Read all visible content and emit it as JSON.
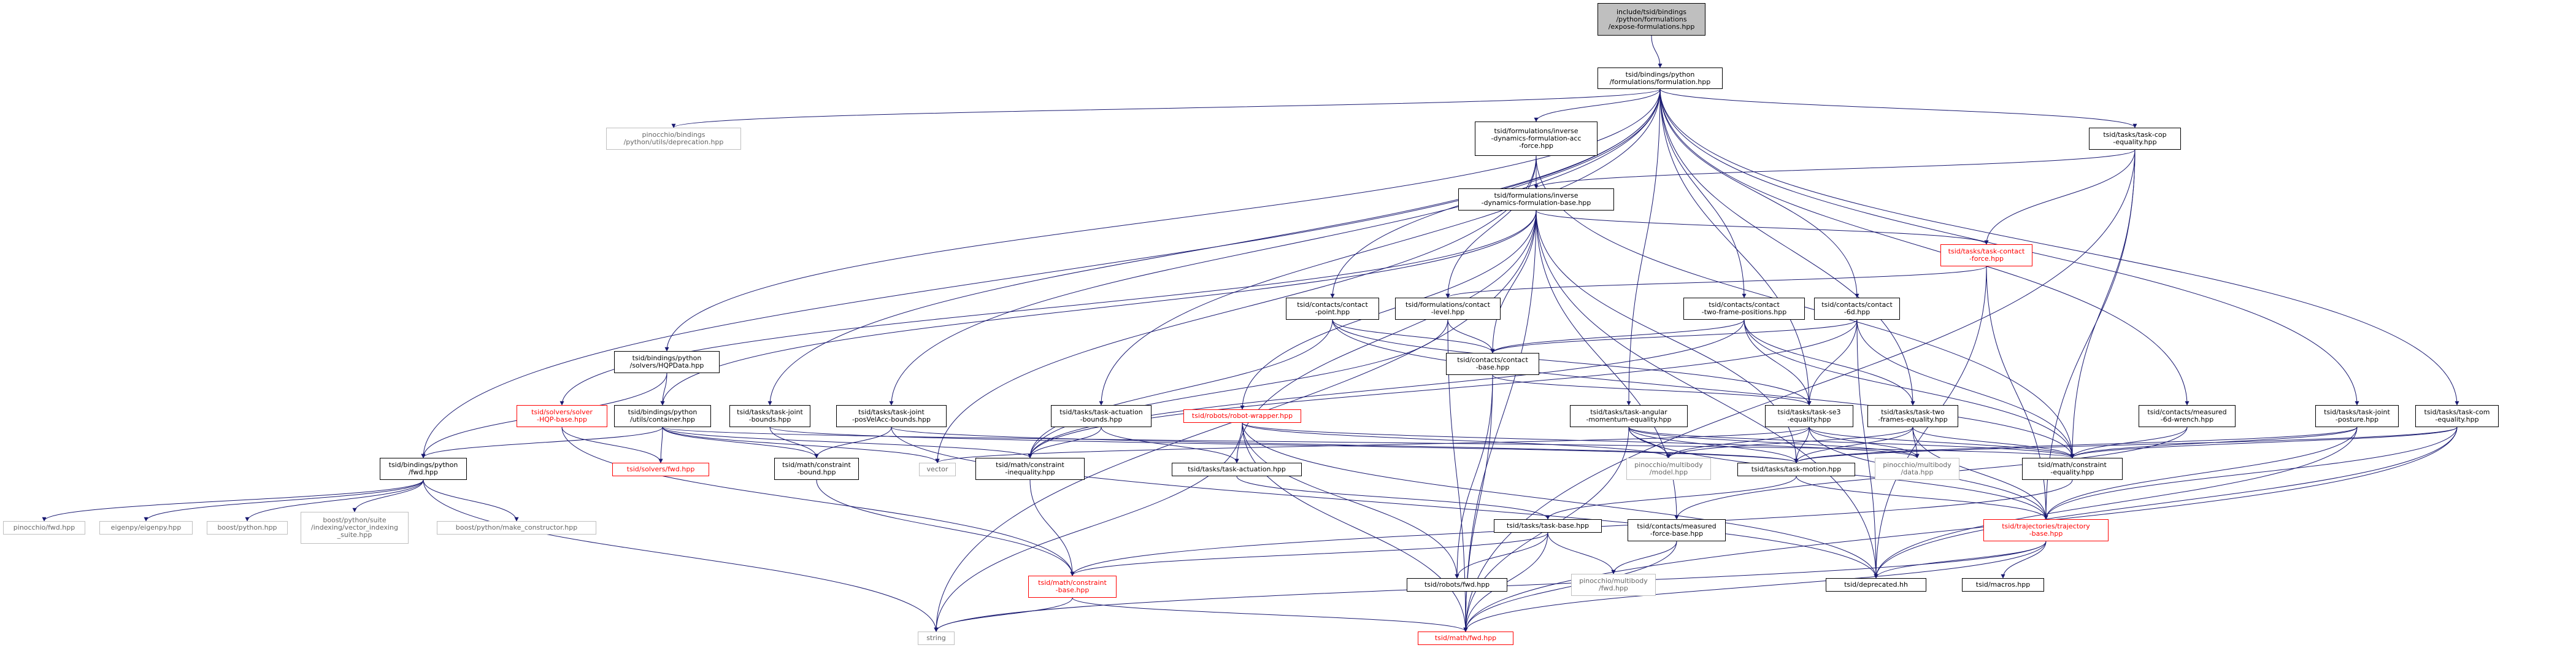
{
  "colors": {
    "edge": "#191970",
    "root_fill": "#bfbfbf",
    "missing_border": "#ff0000",
    "external_border": "#bfbfbf"
  },
  "nodes": {
    "root": "include/tsid/bindings\n/python/formulations\n/expose-formulations.hpp",
    "formulation": "tsid/bindings/python\n/formulations/formulation.hpp",
    "deprecation": "pinocchio/bindings\n/python/utils/deprecation.hpp",
    "invdyn_acc_force": "tsid/formulations/inverse\n-dynamics-formulation-acc\n-force.hpp",
    "cop_equality": "tsid/tasks/task-cop\n-equality.hpp",
    "invdyn_base": "tsid/formulations/inverse\n-dynamics-formulation-base.hpp",
    "task_contact_force": "tsid/tasks/task-contact\n-force.hpp",
    "contact_point": "tsid/contacts/contact\n-point.hpp",
    "contact_level": "tsid/formulations/contact\n-level.hpp",
    "contact_two_frame": "tsid/contacts/contact\n-two-frame-positions.hpp",
    "contact_6d": "tsid/contacts/contact\n-6d.hpp",
    "hqpdata": "tsid/bindings/python\n/solvers/HQPData.hpp",
    "contact_base": "tsid/contacts/contact\n-base.hpp",
    "solver_hqp_base": "tsid/solvers/solver\n-HQP-base.hpp",
    "utils_container": "tsid/bindings/python\n/utils/container.hpp",
    "joint_bounds": "tsid/tasks/task-joint\n-bounds.hpp",
    "joint_posvelacc": "tsid/tasks/task-joint\n-posVelAcc-bounds.hpp",
    "actuation_bounds": "tsid/tasks/task-actuation\n-bounds.hpp",
    "robot_wrapper": "tsid/robots/robot-wrapper.hpp",
    "angular_momentum": "tsid/tasks/task-angular\n-momentum-equality.hpp",
    "se3_equality": "tsid/tasks/task-se3\n-equality.hpp",
    "two_frames": "tsid/tasks/task-two\n-frames-equality.hpp",
    "measured_6d": "tsid/contacts/measured\n-6d-wrench.hpp",
    "joint_posture": "tsid/tasks/task-joint\n-posture.hpp",
    "com_equality": "tsid/tasks/task-com\n-equality.hpp",
    "python_fwd": "tsid/bindings/python\n/fwd.hpp",
    "solvers_fwd": "tsid/solvers/fwd.hpp",
    "constraint_bound": "tsid/math/constraint\n-bound.hpp",
    "vector": "vector",
    "constraint_inequality": "tsid/math/constraint\n-inequality.hpp",
    "task_actuation": "tsid/tasks/task-actuation.hpp",
    "pin_model": "pinocchio/multibody\n/model.hpp",
    "task_motion": "tsid/tasks/task-motion.hpp",
    "pin_data": "pinocchio/multibody\n/data.hpp",
    "constraint_equality": "tsid/math/constraint\n-equality.hpp",
    "pin_fwd": "pinocchio/fwd.hpp",
    "eigenpy": "eigenpy/eigenpy.hpp",
    "boost_python": "boost/python.hpp",
    "vector_indexing": "boost/python/suite\n/indexing/vector_indexing\n_suite.hpp",
    "make_constructor": "boost/python/make_constructor.hpp",
    "task_base": "tsid/tasks/task-base.hpp",
    "measured_force_base": "tsid/contacts/measured\n-force-base.hpp",
    "trajectory_base": "tsid/trajectories/trajectory\n-base.hpp",
    "constraint_base": "tsid/math/constraint\n-base.hpp",
    "robots_fwd": "tsid/robots/fwd.hpp",
    "multibody_fwd": "pinocchio/multibody\n/fwd.hpp",
    "deprecated": "tsid/deprecated.hh",
    "macros": "tsid/macros.hpp",
    "string": "string",
    "math_fwd": "tsid/math/fwd.hpp"
  },
  "edges": [
    [
      "root",
      "formulation"
    ],
    [
      "formulation",
      "deprecation"
    ],
    [
      "formulation",
      "invdyn_acc_force"
    ],
    [
      "formulation",
      "cop_equality"
    ],
    [
      "formulation",
      "contact_point"
    ],
    [
      "formulation",
      "contact_two_frame"
    ],
    [
      "formulation",
      "contact_6d"
    ],
    [
      "formulation",
      "hqpdata"
    ],
    [
      "formulation",
      "joint_bounds"
    ],
    [
      "formulation",
      "joint_posvelacc"
    ],
    [
      "formulation",
      "actuation_bounds"
    ],
    [
      "formulation",
      "angular_momentum"
    ],
    [
      "formulation",
      "se3_equality"
    ],
    [
      "formulation",
      "two_frames"
    ],
    [
      "formulation",
      "measured_6d"
    ],
    [
      "formulation",
      "joint_posture"
    ],
    [
      "formulation",
      "com_equality"
    ],
    [
      "formulation",
      "python_fwd"
    ],
    [
      "invdyn_acc_force",
      "invdyn_base"
    ],
    [
      "invdyn_acc_force",
      "contact_level"
    ],
    [
      "invdyn_acc_force",
      "vector"
    ],
    [
      "invdyn_acc_force",
      "constraint_equality"
    ],
    [
      "cop_equality",
      "invdyn_base"
    ],
    [
      "cop_equality",
      "task_contact_force"
    ],
    [
      "cop_equality",
      "constraint_equality"
    ],
    [
      "cop_equality",
      "trajectory_base"
    ],
    [
      "cop_equality",
      "math_fwd"
    ],
    [
      "invdyn_base",
      "task_contact_force"
    ],
    [
      "invdyn_base",
      "contact_base"
    ],
    [
      "invdyn_base",
      "robot_wrapper"
    ],
    [
      "invdyn_base",
      "solver_hqp_base"
    ],
    [
      "invdyn_base",
      "task_actuation"
    ],
    [
      "invdyn_base",
      "task_motion"
    ],
    [
      "invdyn_base",
      "measured_force_base"
    ],
    [
      "invdyn_base",
      "deprecated"
    ],
    [
      "invdyn_base",
      "string"
    ],
    [
      "invdyn_base",
      "math_fwd"
    ],
    [
      "invdyn_base",
      "utils_container"
    ],
    [
      "task_contact_force",
      "contact_level"
    ],
    [
      "task_contact_force",
      "trajectory_base"
    ],
    [
      "task_contact_force",
      "deprecated"
    ],
    [
      "contact_point",
      "contact_base"
    ],
    [
      "contact_point",
      "se3_equality"
    ],
    [
      "contact_point",
      "constraint_inequality"
    ],
    [
      "contact_point",
      "constraint_equality"
    ],
    [
      "contact_level",
      "contact_base"
    ],
    [
      "contact_level",
      "constraint_inequality"
    ],
    [
      "contact_level",
      "math_fwd"
    ],
    [
      "contact_two_frame",
      "contact_base"
    ],
    [
      "contact_two_frame",
      "two_frames"
    ],
    [
      "contact_two_frame",
      "se3_equality"
    ],
    [
      "contact_two_frame",
      "constraint_inequality"
    ],
    [
      "contact_two_frame",
      "constraint_equality"
    ],
    [
      "contact_6d",
      "contact_base"
    ],
    [
      "contact_6d",
      "se3_equality"
    ],
    [
      "contact_6d",
      "constraint_inequality"
    ],
    [
      "contact_6d",
      "constraint_equality"
    ],
    [
      "contact_6d",
      "deprecated"
    ],
    [
      "hqpdata",
      "python_fwd"
    ],
    [
      "hqpdata",
      "utils_container"
    ],
    [
      "contact_base",
      "se3_equality"
    ],
    [
      "contact_base",
      "robots_fwd"
    ],
    [
      "contact_base",
      "math_fwd"
    ],
    [
      "solver_hqp_base",
      "solvers_fwd"
    ],
    [
      "solver_hqp_base",
      "constraint_base"
    ],
    [
      "utils_container",
      "python_fwd"
    ],
    [
      "utils_container",
      "solvers_fwd"
    ],
    [
      "utils_container",
      "constraint_bound"
    ],
    [
      "utils_container",
      "constraint_inequality"
    ],
    [
      "utils_container",
      "constraint_equality"
    ],
    [
      "utils_container",
      "vector"
    ],
    [
      "joint_bounds",
      "constraint_bound"
    ],
    [
      "joint_bounds",
      "task_motion"
    ],
    [
      "joint_posvelacc",
      "constraint_bound"
    ],
    [
      "joint_posvelacc",
      "task_motion"
    ],
    [
      "joint_posvelacc",
      "deprecated"
    ],
    [
      "actuation_bounds",
      "constraint_inequality"
    ],
    [
      "actuation_bounds",
      "task_actuation"
    ],
    [
      "robot_wrapper",
      "pin_model"
    ],
    [
      "robot_wrapper",
      "pin_data"
    ],
    [
      "robot_wrapper",
      "robots_fwd"
    ],
    [
      "robot_wrapper",
      "math_fwd"
    ],
    [
      "robot_wrapper",
      "string"
    ],
    [
      "robot_wrapper",
      "deprecated"
    ],
    [
      "angular_momentum",
      "task_motion"
    ],
    [
      "angular_momentum",
      "trajectory_base"
    ],
    [
      "angular_momentum",
      "pin_model"
    ],
    [
      "angular_momentum",
      "pin_data"
    ],
    [
      "angular_momentum",
      "constraint_equality"
    ],
    [
      "angular_momentum",
      "math_fwd"
    ],
    [
      "se3_equality",
      "task_motion"
    ],
    [
      "se3_equality",
      "trajectory_base"
    ],
    [
      "se3_equality",
      "constraint_equality"
    ],
    [
      "se3_equality",
      "pin_model"
    ],
    [
      "se3_equality",
      "pin_data"
    ],
    [
      "se3_equality",
      "vector"
    ],
    [
      "two_frames",
      "task_motion"
    ],
    [
      "two_frames",
      "trajectory_base"
    ],
    [
      "two_frames",
      "constraint_equality"
    ],
    [
      "two_frames",
      "pin_model"
    ],
    [
      "two_frames",
      "pin_data"
    ],
    [
      "measured_6d",
      "measured_force_base"
    ],
    [
      "measured_6d",
      "constraint_equality"
    ],
    [
      "joint_posture",
      "task_motion"
    ],
    [
      "joint_posture",
      "trajectory_base"
    ],
    [
      "joint_posture",
      "constraint_equality"
    ],
    [
      "joint_posture",
      "deprecated"
    ],
    [
      "com_equality",
      "task_motion"
    ],
    [
      "com_equality",
      "trajectory_base"
    ],
    [
      "com_equality",
      "constraint_equality"
    ],
    [
      "com_equality",
      "deprecated"
    ],
    [
      "com_equality",
      "math_fwd"
    ],
    [
      "python_fwd",
      "pin_fwd"
    ],
    [
      "python_fwd",
      "eigenpy"
    ],
    [
      "python_fwd",
      "boost_python"
    ],
    [
      "python_fwd",
      "vector_indexing"
    ],
    [
      "python_fwd",
      "make_constructor"
    ],
    [
      "python_fwd",
      "string"
    ],
    [
      "constraint_bound",
      "constraint_base"
    ],
    [
      "constraint_inequality",
      "constraint_base"
    ],
    [
      "constraint_equality",
      "constraint_base"
    ],
    [
      "task_actuation",
      "task_base"
    ],
    [
      "task_motion",
      "task_base"
    ],
    [
      "task_motion",
      "trajectory_base"
    ],
    [
      "task_base",
      "robots_fwd"
    ],
    [
      "task_base",
      "math_fwd"
    ],
    [
      "task_base",
      "constraint_base"
    ],
    [
      "task_base",
      "multibody_fwd"
    ],
    [
      "measured_force_base",
      "multibody_fwd"
    ],
    [
      "measured_force_base",
      "math_fwd"
    ],
    [
      "trajectory_base",
      "deprecated"
    ],
    [
      "trajectory_base",
      "macros"
    ],
    [
      "trajectory_base",
      "math_fwd"
    ],
    [
      "trajectory_base",
      "string"
    ],
    [
      "constraint_base",
      "math_fwd"
    ],
    [
      "constraint_base",
      "string"
    ]
  ]
}
